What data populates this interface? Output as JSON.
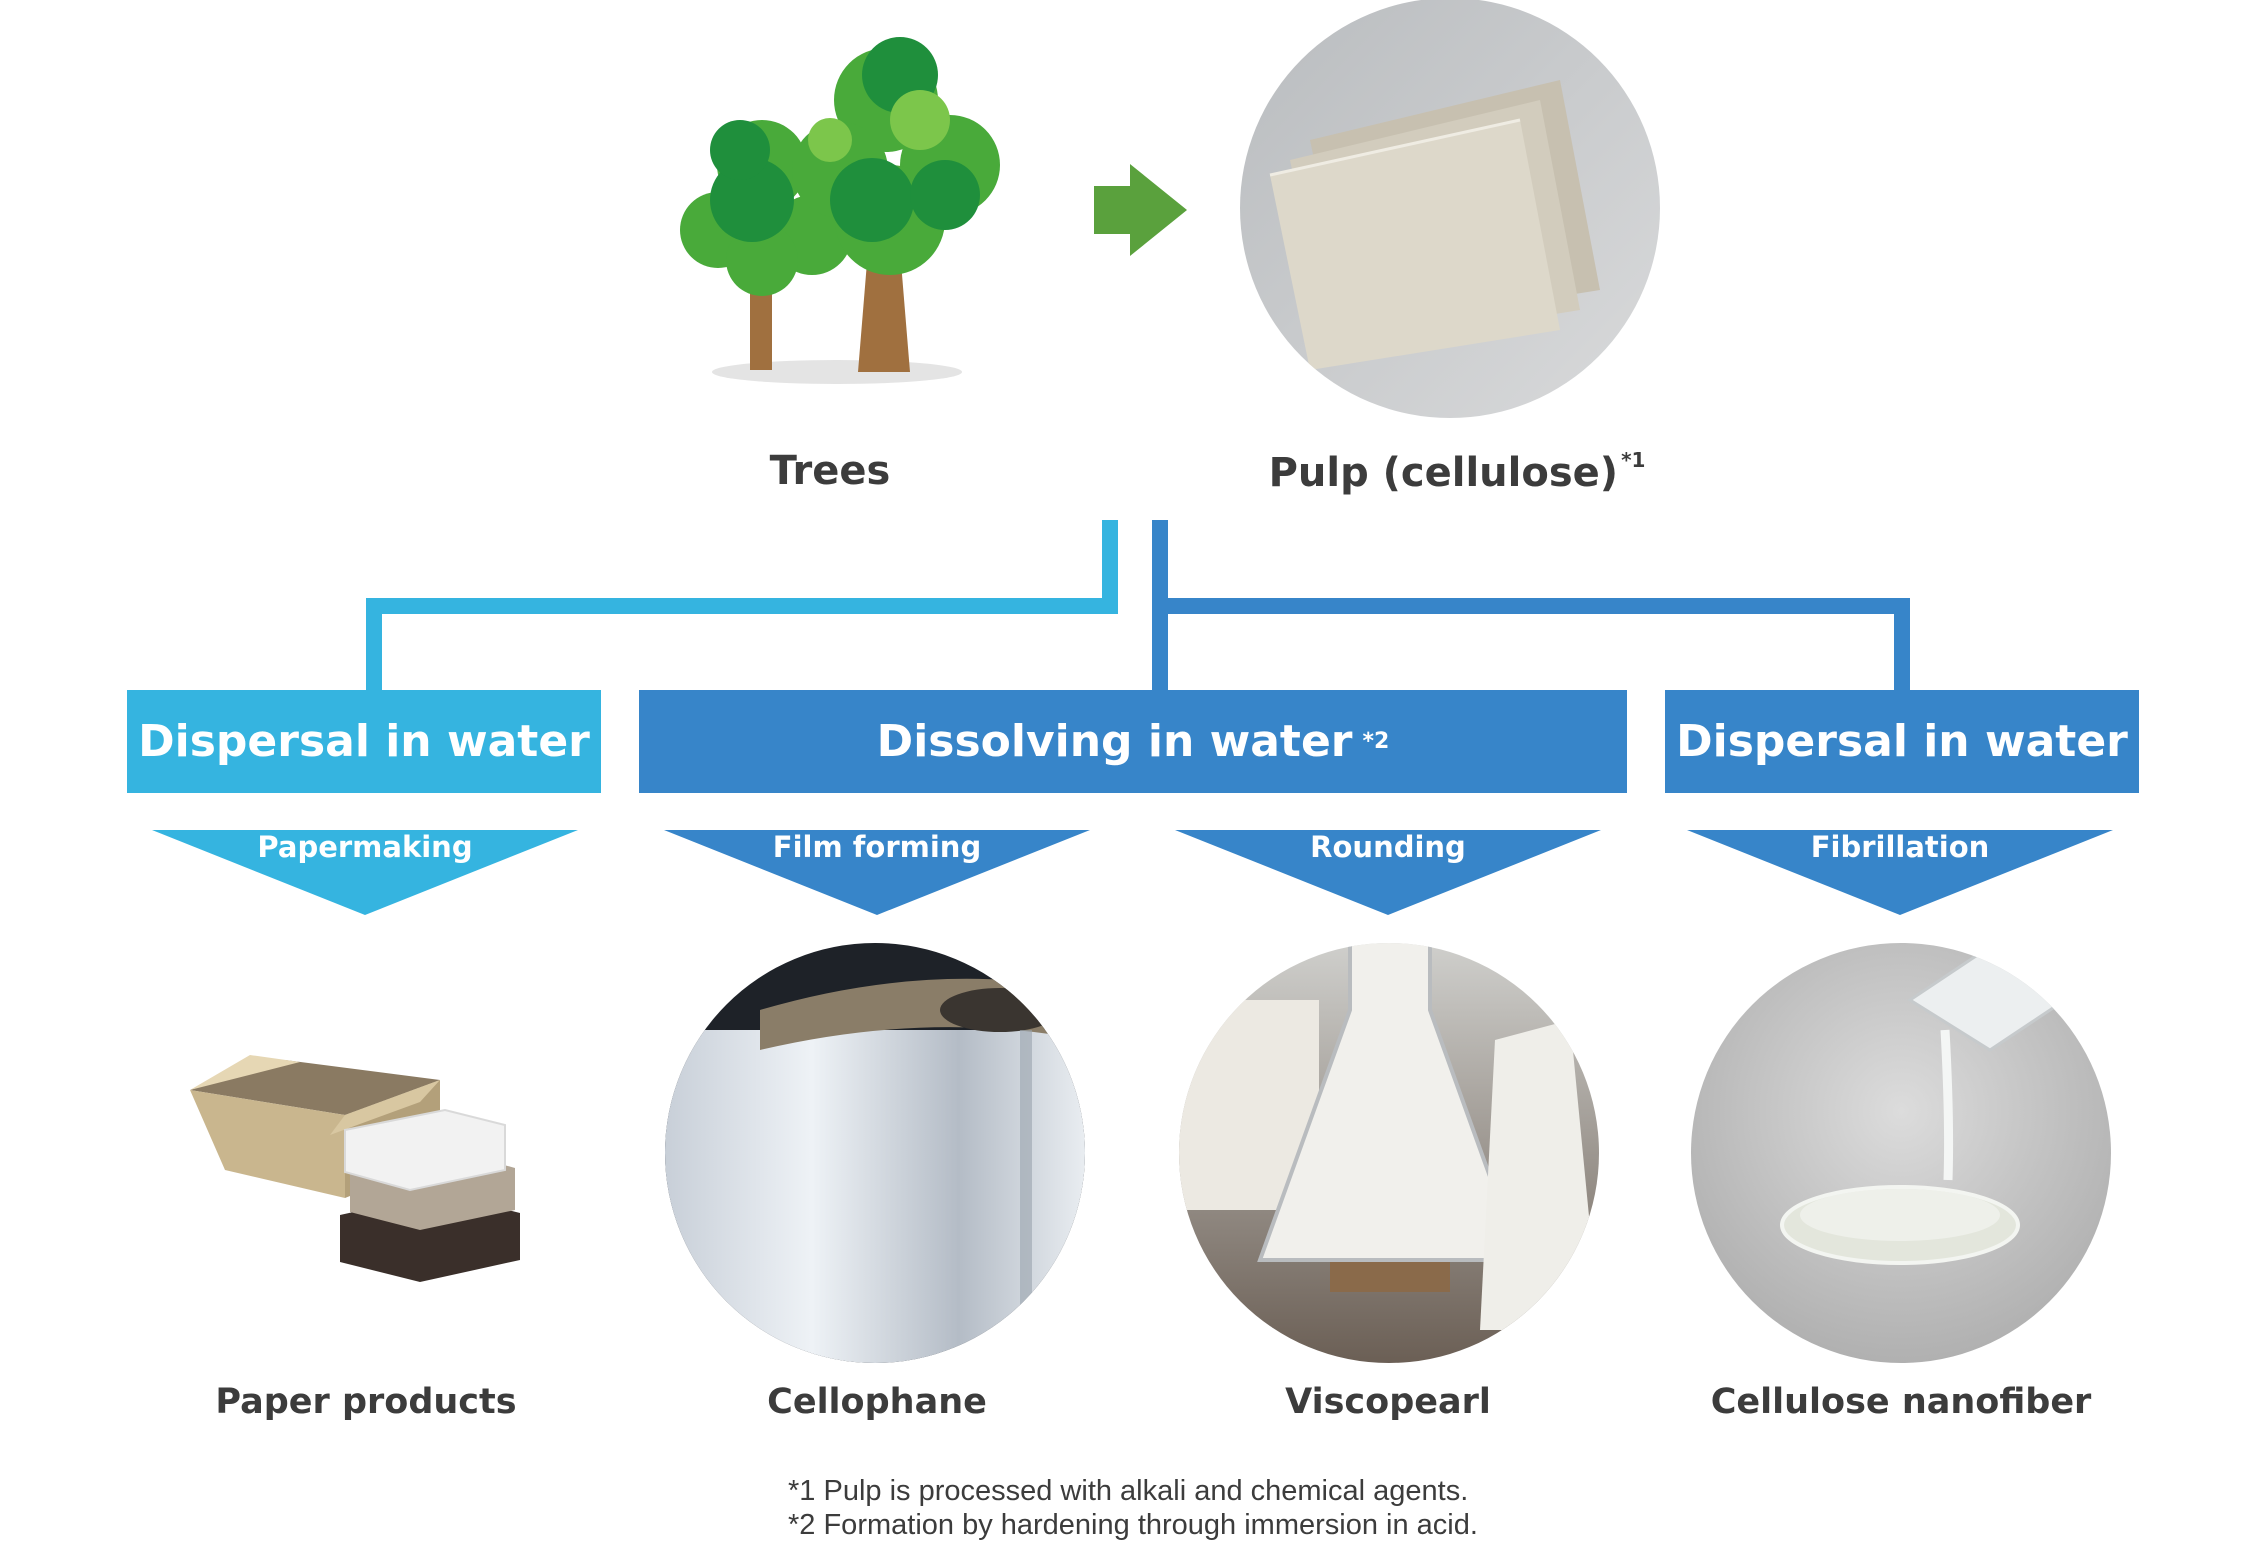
{
  "top": {
    "trees_label": "Trees",
    "pulp_label": "Pulp (cellulose)",
    "pulp_note_mark": "*1"
  },
  "methods": [
    {
      "label": "Dispersal in water",
      "note": "",
      "color": "#35b4e0"
    },
    {
      "label": "Dissolving in water",
      "note": "*2",
      "color": "#3785c9"
    },
    {
      "label": "Dispersal in water",
      "note": "",
      "color": "#3785c9"
    }
  ],
  "processes": [
    "Papermaking",
    "Film forming",
    "Rounding",
    "Fibrillation"
  ],
  "products": [
    "Paper products",
    "Cellophane",
    "Viscopearl",
    "Cellulose nanofiber"
  ],
  "footnotes": [
    "*1 Pulp is processed with alkali and chemical agents.",
    "*2 Formation by hardening through immersion in acid."
  ],
  "colors": {
    "light_blue": "#35b4e0",
    "dark_blue": "#3785c9",
    "green_arrow": "#5aa13d",
    "text": "#3c3c3c"
  },
  "icons": [
    "tree-icon",
    "right-arrow-icon",
    "pulp-sheets-photo",
    "cardboard-box-icon",
    "cellophane-roll-photo",
    "viscopearl-flask-photo",
    "nanofiber-dish-photo"
  ]
}
